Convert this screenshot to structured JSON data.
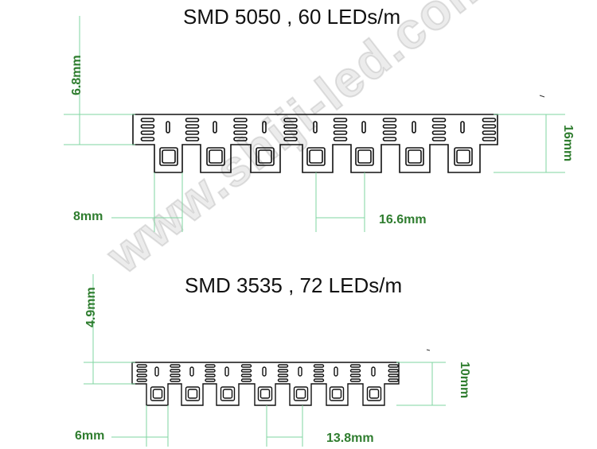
{
  "diagrams": [
    {
      "title": "SMD 5050 , 60 LEDs/m",
      "dims": {
        "height_above": "6.8mm",
        "strip_height": "16mm",
        "pad_width": "8mm",
        "led_pitch": "16.6mm"
      }
    },
    {
      "title": "SMD 3535 , 72 LEDs/m",
      "dims": {
        "height_above": "4.9mm",
        "strip_height": "10mm",
        "pad_width": "6mm",
        "led_pitch": "13.8mm"
      }
    }
  ],
  "watermark": "www.shiji-led.com",
  "colors": {
    "dimension_line": "#7fd6a0",
    "dimension_text": "#2f7d2f",
    "outline": "#111111"
  }
}
